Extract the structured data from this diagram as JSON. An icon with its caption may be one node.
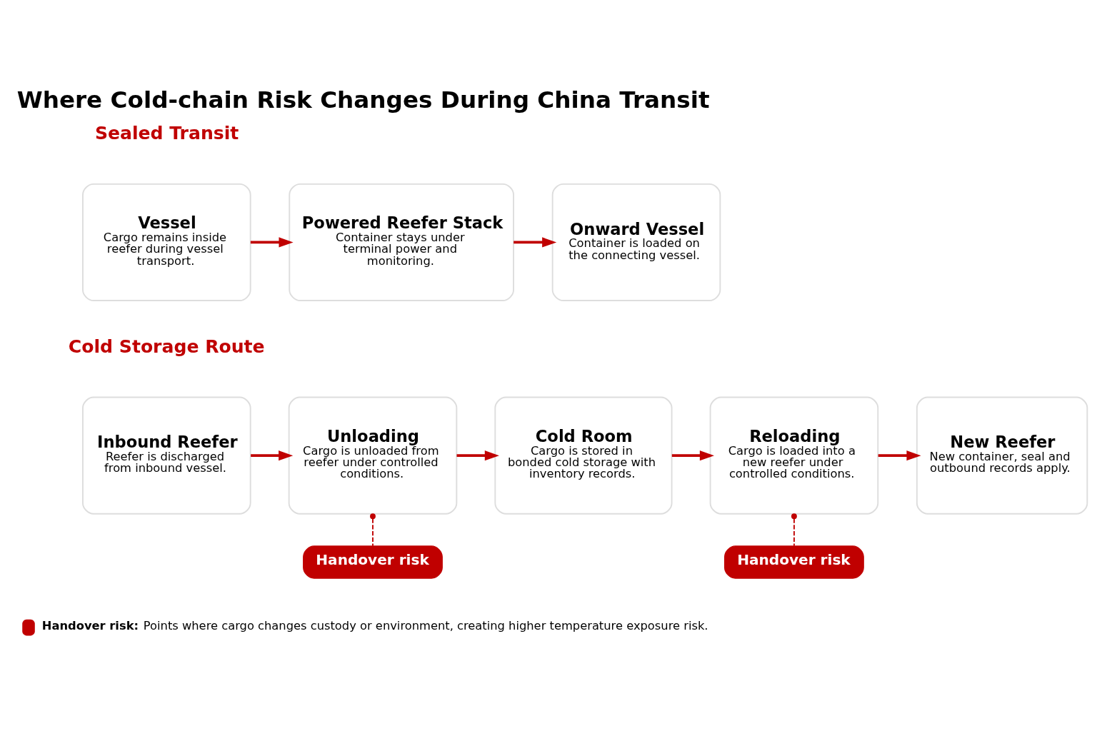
{
  "diagram": {
    "title": "Where Cold-chain Risk Changes During China Transit",
    "nodes": [
      {
        "text": [
          "Vessel",
          "Cargo remains inside reefer during vessel transport."
        ]
      },
      {
        "text": [
          "Powered Reefer Stack",
          "Container stays under terminal power and monitoring."
        ]
      },
      {
        "text": [
          "Onward Vessel",
          "Container is loaded on the connecting vessel."
        ]
      },
      {
        "text": [
          "Inbound Reefer",
          "Reefer is discharged from inbound vessel."
        ]
      },
      {
        "text": [
          "Unloading",
          "Cargo is unloaded from reefer under controlled conditions."
        ]
      },
      {
        "text": [
          "Cold Room",
          "Cargo is stored in bonded cold storage with inventory records."
        ]
      },
      {
        "text": [
          "Reloading",
          "Cargo is loaded into a new reefer under controlled conditions."
        ]
      },
      {
        "text": [
          "New Reefer",
          "New container, seal and outbound records apply."
        ]
      },
      {
        "text": [
          "Handover risk"
        ]
      },
      {
        "text": [
          "Handover risk"
        ]
      }
    ],
    "edges": [
      {
        "from": 0,
        "to": 1,
        "arrow": "to"
      },
      {
        "from": 1,
        "to": 2,
        "arrow": "to"
      },
      {
        "from": 3,
        "to": 4,
        "arrow": "to"
      },
      {
        "from": 4,
        "to": 5,
        "arrow": "to"
      },
      {
        "from": 5,
        "to": 6,
        "arrow": "to"
      },
      {
        "from": 6,
        "to": 7,
        "arrow": "to"
      },
      {
        "from": 4,
        "to": 8,
        "arrow": "other",
        "style": "dashed"
      },
      {
        "from": 6,
        "to": 9,
        "arrow": "other",
        "style": "dashed"
      }
    ],
    "labels": [
      "Sealed Transit",
      "Cold Storage Route"
    ],
    "legend": [
      {
        "text": "**Handover risk:** Points where cargo changes custody or environment, creating higher temperature exposure risk.",
        "color": "#c00000"
      }
    ]
  }
}
